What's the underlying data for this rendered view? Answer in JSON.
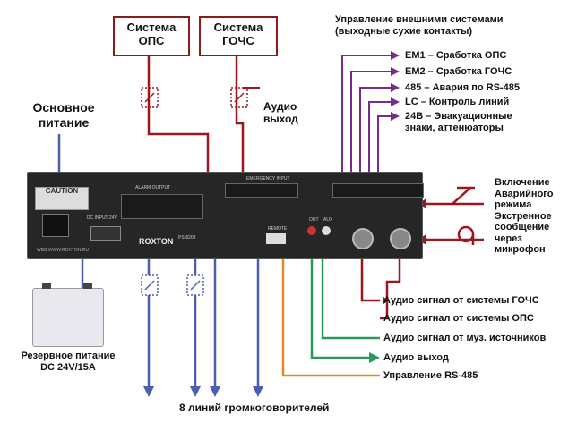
{
  "sources": {
    "ops_box": [
      "Система",
      "ОПС"
    ],
    "gochs_box": [
      "Система",
      "ГОЧС"
    ],
    "audio_out": [
      "Аудио",
      "выход"
    ]
  },
  "main_power": [
    "Основное",
    "питание"
  ],
  "external": {
    "title": [
      "Управление внешними системами",
      "(выходные сухие контакты)"
    ],
    "items": [
      "ЕМ1 – Сработка ОПС",
      "ЕМ2 – Сработка ГОЧС",
      "485  – Авария по RS-485",
      "LC  –  Контроль линий",
      "24В – Эвакуационные",
      "знаки, аттенюаторы"
    ]
  },
  "emergency_mode": [
    "Включение",
    "Аварийного",
    "режима",
    "Экстренное",
    "сообщение",
    "через",
    "микрофон"
  ],
  "inputs": [
    "Аудио сигнал от системы ГОЧС",
    "Аудио сигнал от системы ОПС",
    "Аудио сигнал от муз. источников",
    "Аудио выход",
    "Управление RS-485"
  ],
  "backup_power": [
    "Резервное питание",
    "DC 24V/15A"
  ],
  "speakers": "8 линий громкоговорителей",
  "device": {
    "brand": "ROXTON",
    "model": "PS-8208",
    "caution": "CAUTION",
    "emergency_input": "EMERGENCY INPUT",
    "alarm_output": "ALARM OUTPUT",
    "remote": "REMOTE",
    "out": "OUT",
    "aux": "AUX",
    "dc_input": "DC INPUT 24V",
    "website": "WEB:WWW.ROXTON.RU"
  },
  "colors": {
    "red": "#a0141e",
    "blue": "#4a5fb0",
    "purple": "#7a2a8c",
    "green": "#2a9a5a",
    "orange": "#e08a2a"
  }
}
